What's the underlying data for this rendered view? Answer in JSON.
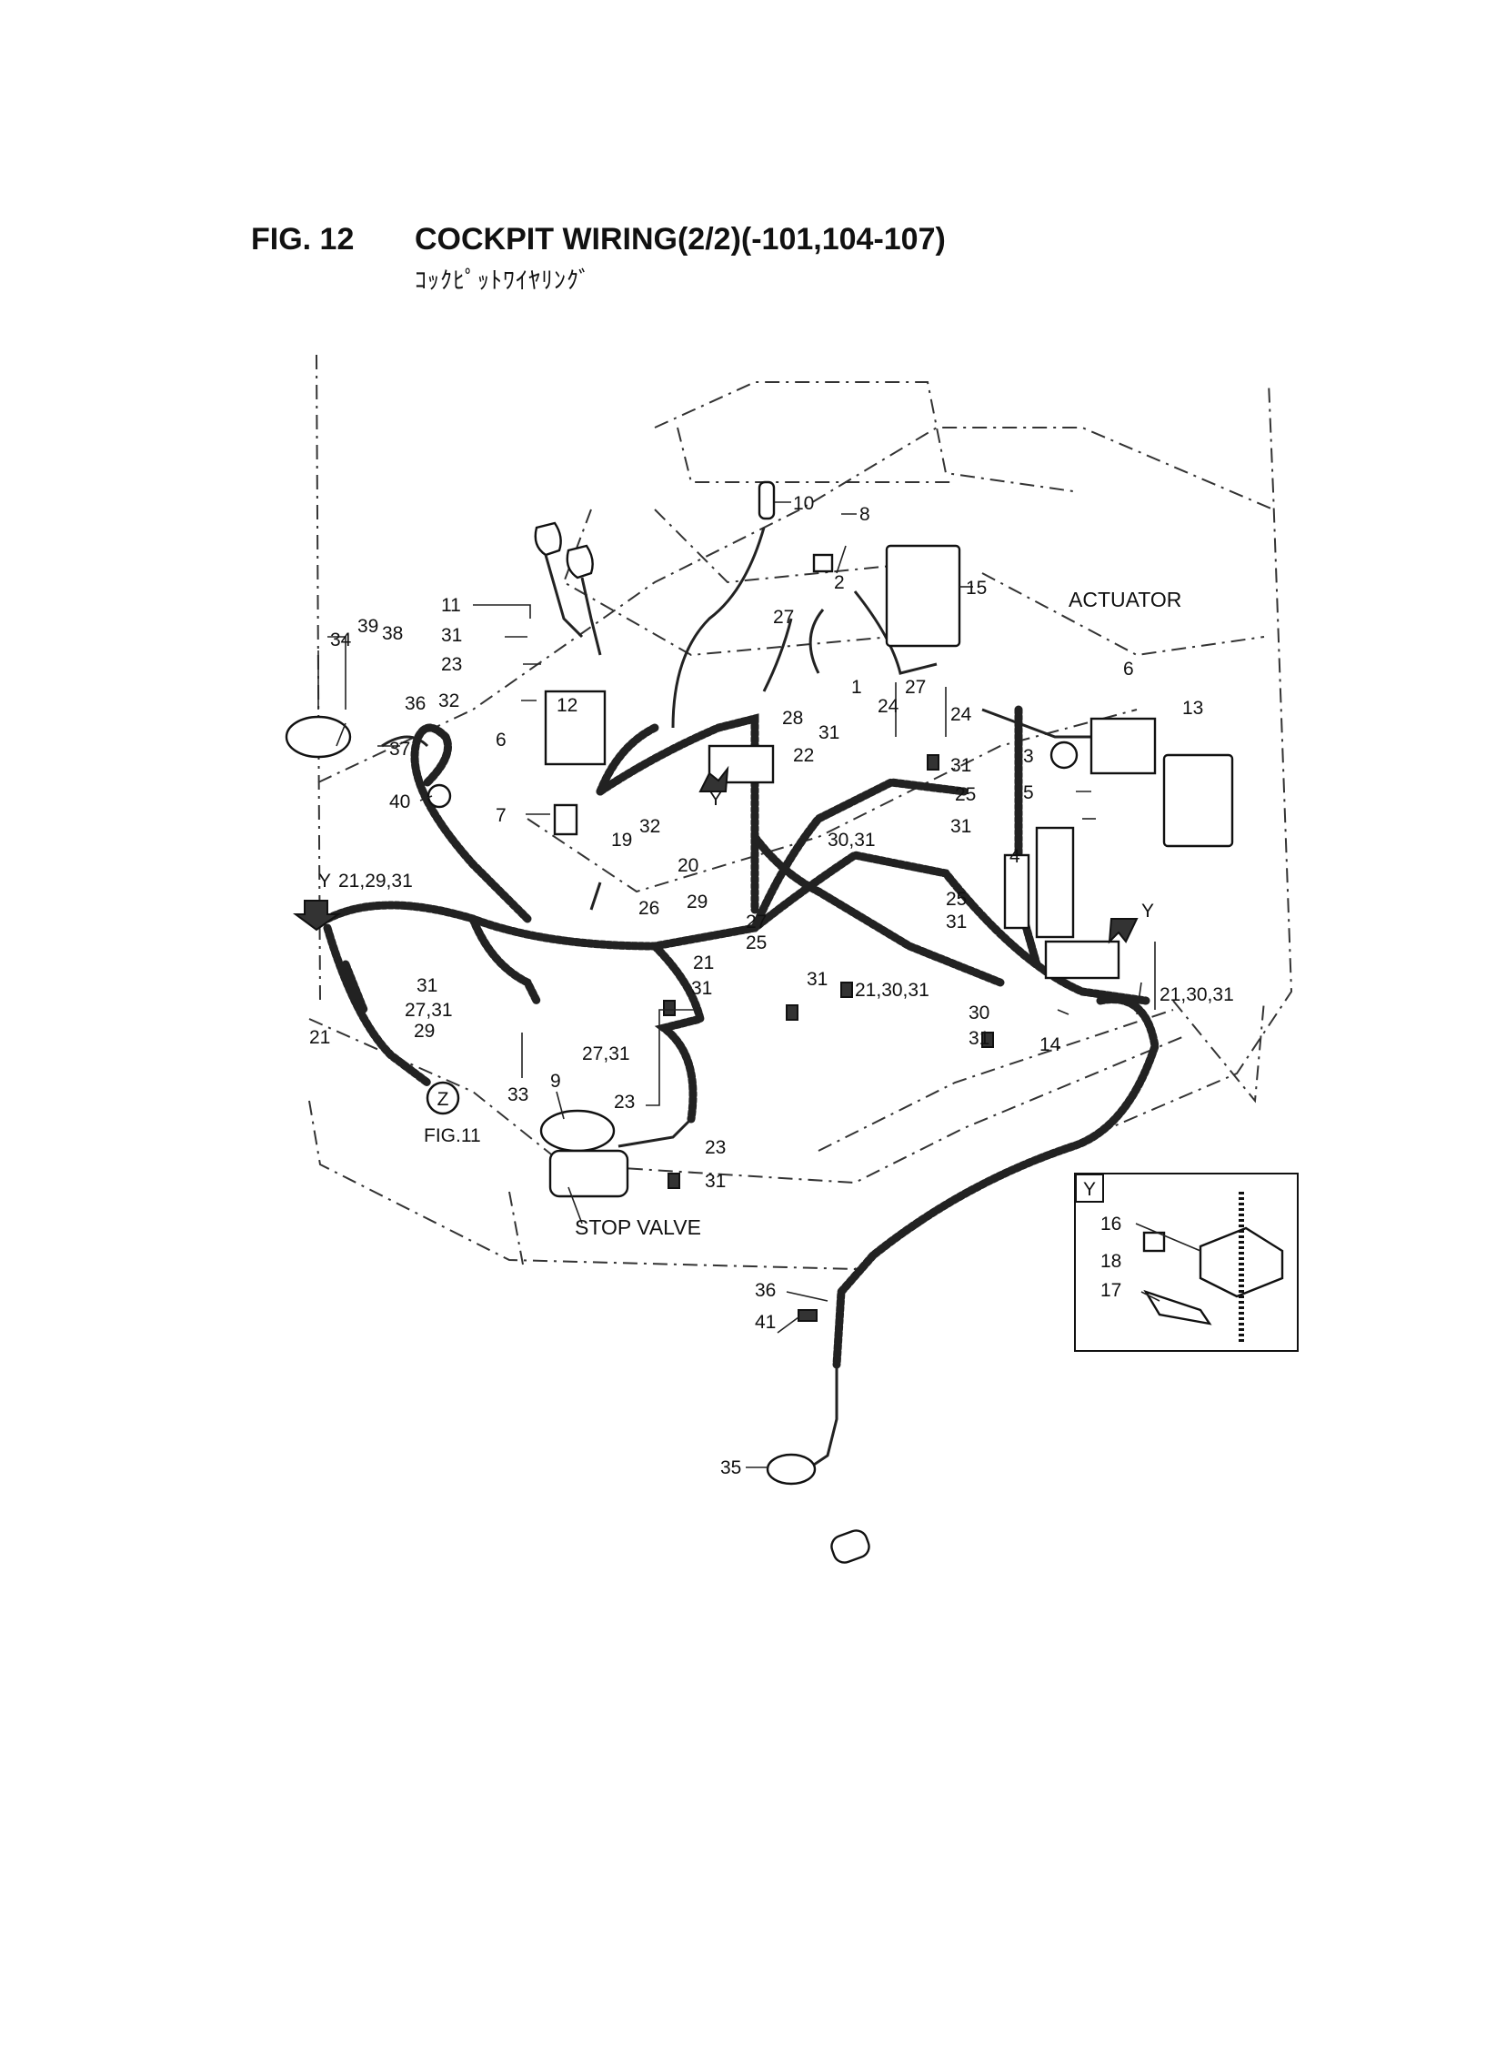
{
  "header": {
    "fig_number": "FIG. 12",
    "title": "COCKPIT WIRING(2/2)(-101,104-107)",
    "subtitle": "ｺｯｸﾋﾟｯﾄﾜｲﾔﾘﾝｸﾞ"
  },
  "annotations": {
    "actuator": "ACTUATOR",
    "stop_valve": "STOP VALVE",
    "fig11_ref": "FIG.11",
    "z_marker": "Z",
    "y_arrow": "Y",
    "detail_y": "Y"
  },
  "callouts": [
    "10",
    "8",
    "2",
    "15",
    "11",
    "31",
    "23",
    "32",
    "12",
    "27",
    "1",
    "28",
    "31",
    "34",
    "39",
    "38",
    "36",
    "6",
    "37",
    "40",
    "7",
    "19",
    "32",
    "20",
    "26",
    "29",
    "22",
    "24",
    "27",
    "24",
    "31",
    "25",
    "30,31",
    "31",
    "3",
    "6",
    "13",
    "5",
    "4",
    "25",
    "31",
    "21,29,31",
    "31",
    "27,31",
    "29",
    "21",
    "21",
    "27",
    "25",
    "31",
    "31",
    "21,30,31",
    "30",
    "31",
    "14",
    "21,30,31",
    "27,31",
    "33",
    "9",
    "23",
    "23",
    "31",
    "16",
    "18",
    "17",
    "36",
    "41",
    "35"
  ]
}
